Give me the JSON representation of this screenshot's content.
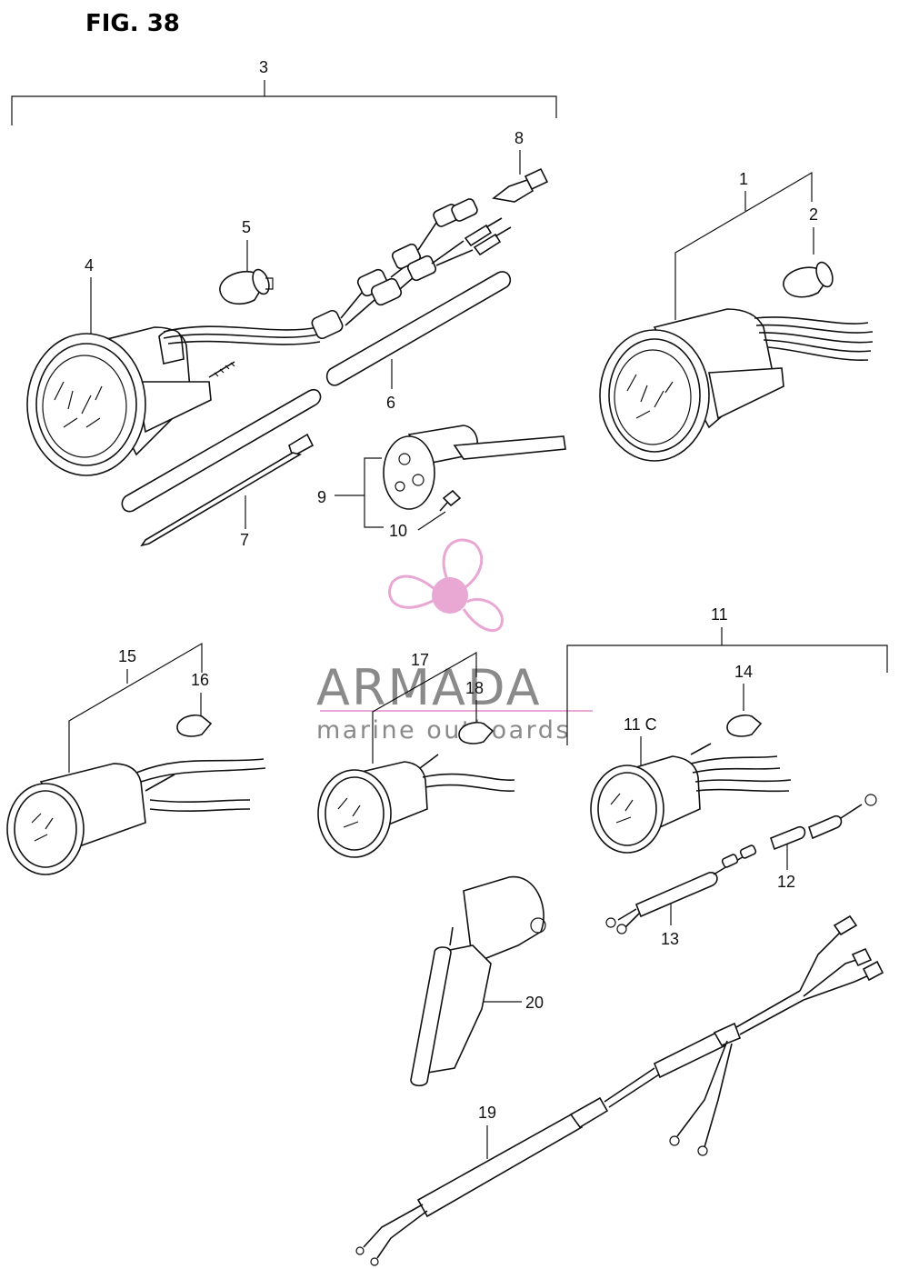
{
  "figure": {
    "title": "FIG. 38"
  },
  "watermark": {
    "brand": "ARMADA",
    "tagline": "marine outboards",
    "accent_color": "#e9a7d4",
    "text_color": "#8a8a8a"
  },
  "labels": [
    {
      "id": "3",
      "text": "3"
    },
    {
      "id": "8",
      "text": "8"
    },
    {
      "id": "1",
      "text": "1"
    },
    {
      "id": "2",
      "text": "2"
    },
    {
      "id": "5",
      "text": "5"
    },
    {
      "id": "4",
      "text": "4"
    },
    {
      "id": "6",
      "text": "6"
    },
    {
      "id": "9",
      "text": "9"
    },
    {
      "id": "10",
      "text": "10"
    },
    {
      "id": "7",
      "text": "7"
    },
    {
      "id": "11",
      "text": "11"
    },
    {
      "id": "15",
      "text": "15"
    },
    {
      "id": "16",
      "text": "16"
    },
    {
      "id": "17",
      "text": "17"
    },
    {
      "id": "18",
      "text": "18"
    },
    {
      "id": "14",
      "text": "14"
    },
    {
      "id": "11c",
      "text": "11 C"
    },
    {
      "id": "12",
      "text": "12"
    },
    {
      "id": "13",
      "text": "13"
    },
    {
      "id": "20",
      "text": "20"
    },
    {
      "id": "19",
      "text": "19"
    }
  ]
}
